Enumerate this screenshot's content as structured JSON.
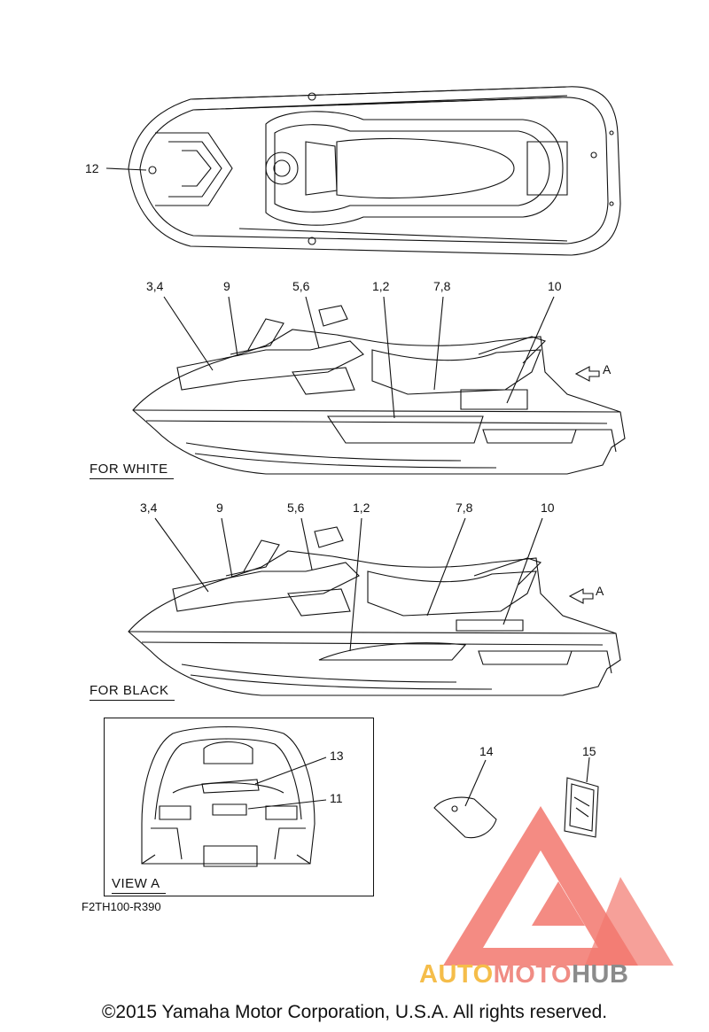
{
  "figure": {
    "callouts_top": {
      "c12": "12"
    },
    "callouts_white": {
      "c34": "3,4",
      "c9": "9",
      "c56": "5,6",
      "c12": "1,2",
      "c78": "7,8",
      "c10": "10",
      "arrow_a": "A"
    },
    "callouts_black": {
      "c34": "3,4",
      "c9": "9",
      "c56": "5,6",
      "c12": "1,2",
      "c78": "7,8",
      "c10": "10",
      "arrow_a": "A"
    },
    "callouts_view_a": {
      "c13": "13",
      "c11": "11"
    },
    "callouts_parts": {
      "c14": "14",
      "c15": "15"
    },
    "labels": {
      "for_white": "FOR WHITE",
      "for_black": "FOR BLACK",
      "view_a": "VIEW A"
    },
    "figure_code": "F2TH100-R390",
    "copyright": "©2015 Yamaha Motor Corporation, U.S.A. All rights reserved."
  },
  "watermark": {
    "part1": "AUTO",
    "part2": "MOTO",
    "part3": "HUB",
    "colors": {
      "auto": "#f5bd4a",
      "moto": "#f08c84",
      "hub": "#8b8b8b",
      "logo": "#f2776d"
    }
  }
}
